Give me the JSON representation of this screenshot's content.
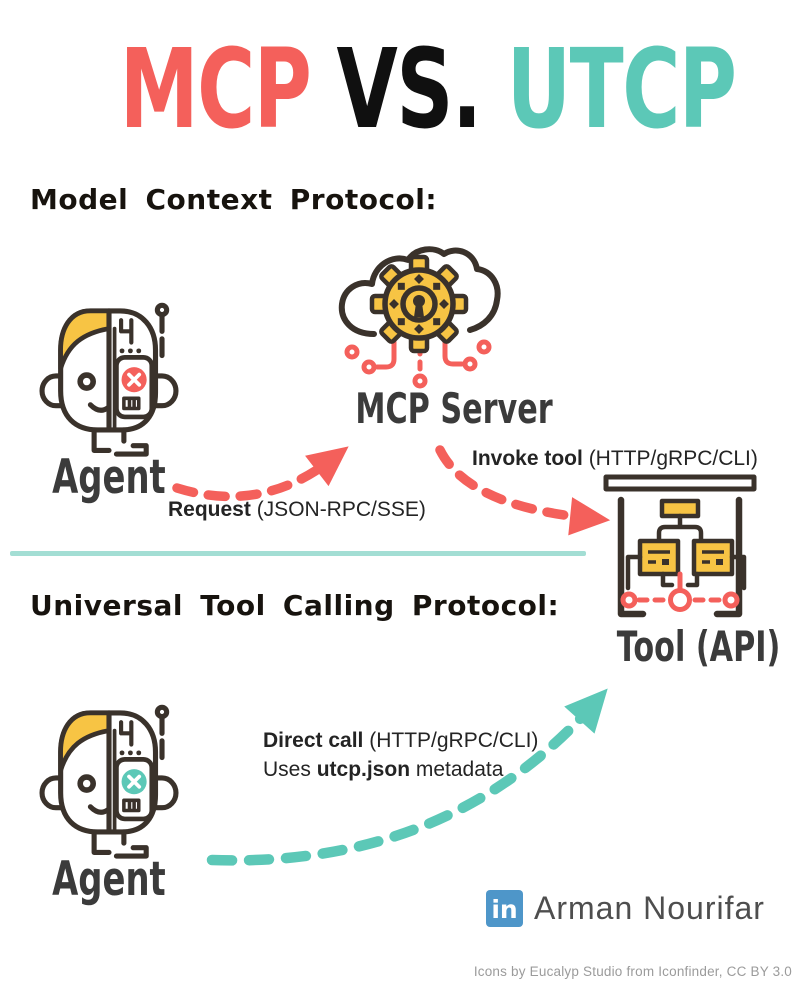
{
  "title": {
    "mcp": "MCP",
    "vs": " VS. ",
    "utcp": "UTCP"
  },
  "colors": {
    "coral": "#F4605B",
    "teal": "#5CC8B7",
    "divider": "#A3DED4",
    "yellow": "#F7C444",
    "outline": "#3A322B",
    "ink": "#101010",
    "linkedin": "#4E96C9",
    "gray": "#9B9B9B"
  },
  "sections": {
    "mcp": {
      "heading": "Model Context Protocol:",
      "agent_label": "Agent",
      "server_label": "MCP Server",
      "request_arrow": {
        "bold": "Request",
        "rest": " (JSON-RPC/SSE)"
      },
      "invoke_arrow": {
        "bold": "Invoke tool",
        "rest": " (HTTP/gRPC/CLI)"
      }
    },
    "utcp": {
      "heading": "Universal Tool Calling Protocol:",
      "agent_label": "Agent",
      "direct_call": {
        "bold": "Direct call",
        "rest": " (HTTP/gRPC/CLI)"
      },
      "metadata_line": {
        "pre": "Uses ",
        "bold": "utcp.json",
        "rest": " metadata"
      }
    }
  },
  "tool_label": "Tool (API)",
  "attribution": {
    "linkedin_glyph": "in",
    "author": "Arman Nourifar"
  },
  "footer_credit": "Icons by Eucalyp Studio from Iconfinder, CC BY 3.0",
  "icons": {
    "agent_mcp": "half-human-half-robot-head-red-accent",
    "mcp_server": "cloud-with-gear-and-circuits",
    "tool_api": "flowchart-window",
    "agent_utcp": "half-human-half-robot-head-teal-accent"
  }
}
